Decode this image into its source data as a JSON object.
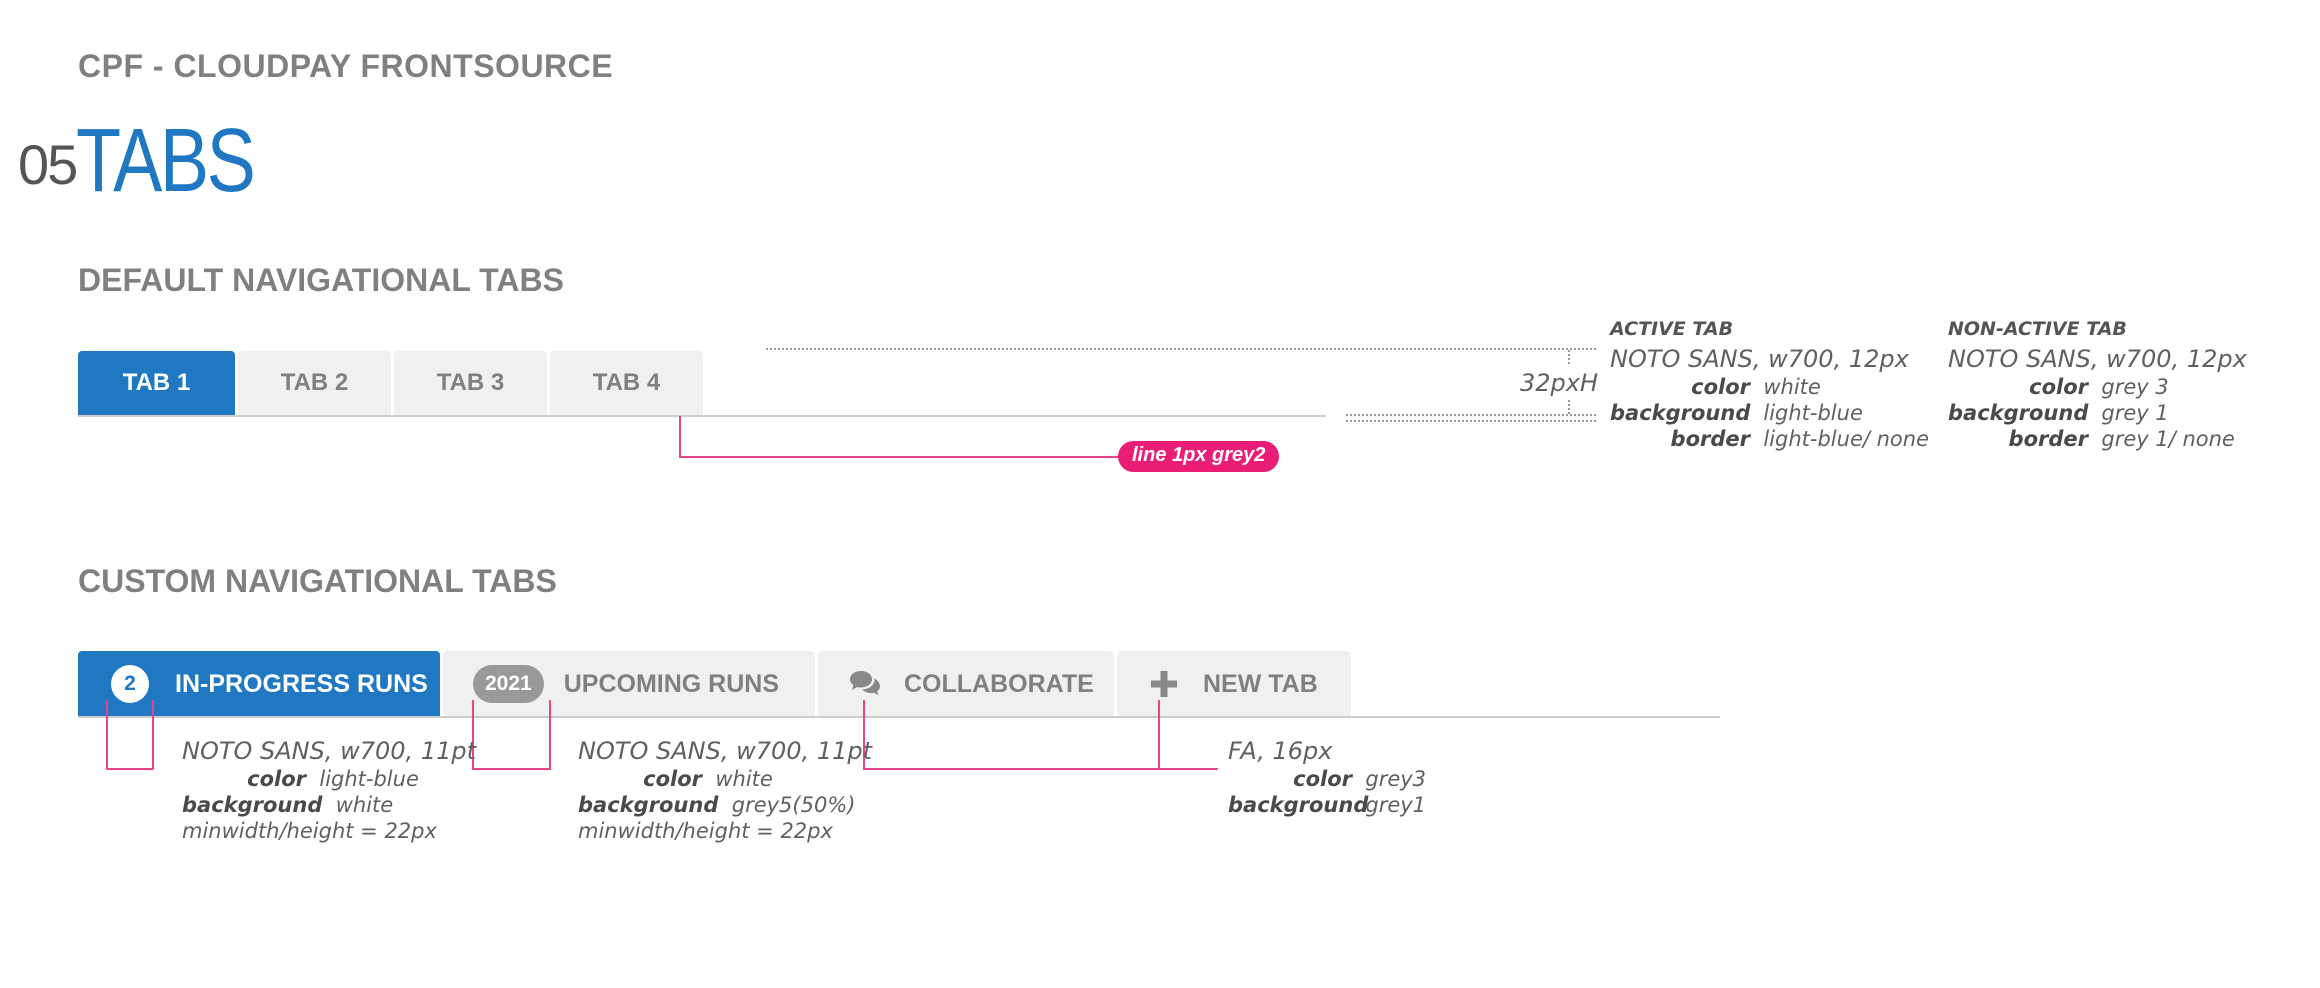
{
  "doc": {
    "brand": "CPF - CLOUDPAY FRONTSOURCE",
    "section_number": "05",
    "section_title": "TABS"
  },
  "default_tabs": {
    "heading": "DEFAULT NAVIGATIONAL TABS",
    "tabs": [
      {
        "label": "TAB 1",
        "active": true
      },
      {
        "label": "TAB 2",
        "active": false
      },
      {
        "label": "TAB 3",
        "active": false
      },
      {
        "label": "TAB 4",
        "active": false
      }
    ],
    "height_note": "32pxH",
    "line_note": "line 1px grey2",
    "active_spec": {
      "title": "ACTIVE TAB",
      "font": "NOTO SANS, w700, 12px",
      "color_key": "color",
      "color_value": "white",
      "background_key": "background",
      "background_value": "light-blue",
      "border_key": "border",
      "border_value": "light-blue/ none"
    },
    "nonactive_spec": {
      "title": "NON-ACTIVE TAB",
      "font": "NOTO SANS, w700, 12px",
      "color_key": "color",
      "color_value": "grey 3",
      "background_key": "background",
      "background_value": "grey 1",
      "border_key": "border",
      "border_value": "grey 1/ none"
    }
  },
  "custom_tabs": {
    "heading": "CUSTOM NAVIGATIONAL TABS",
    "tabs": [
      {
        "badge": "2",
        "label": "IN-PROGRESS RUNS",
        "active": true
      },
      {
        "badge": "2021",
        "label": "UPCOMING RUNS",
        "active": false
      },
      {
        "icon": "comments-icon",
        "label": "COLLABORATE",
        "active": false
      },
      {
        "icon": "plus-icon",
        "label": "NEW TAB",
        "active": false
      }
    ],
    "spec1": {
      "font": "NOTO SANS, w700, 11pt",
      "color_key": "color",
      "color_value": "light-blue",
      "background_key": "background",
      "background_value": "white",
      "size_note": "minwidth/height = 22px"
    },
    "spec2": {
      "font": "NOTO SANS, w700, 11pt",
      "color_key": "color",
      "color_value": "white",
      "background_key": "background",
      "background_value": "grey5(50%)",
      "size_note": "minwidth/height = 22px"
    },
    "spec3": {
      "font": "FA, 16px",
      "color_key": "color",
      "color_value": "grey3",
      "background_key": "background",
      "background_value": "grey1"
    }
  },
  "colors": {
    "light_blue": "#1f78c1",
    "grey1": "#f0f0f0",
    "grey2": "#cccccc",
    "grey3": "#808080",
    "annotation_pink": "#e9448b",
    "pill_pink": "#ea1e77"
  }
}
